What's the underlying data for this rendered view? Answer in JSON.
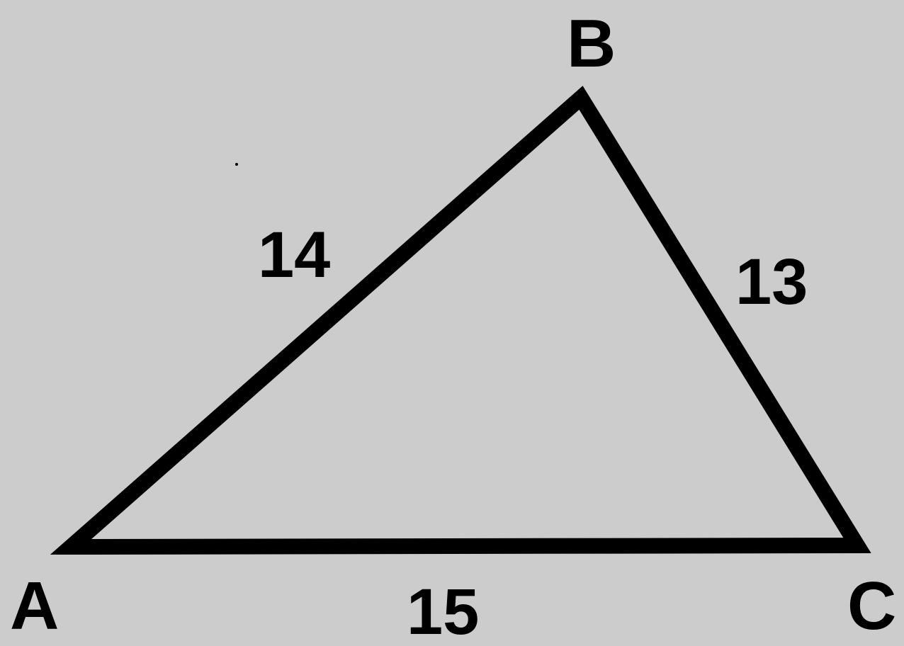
{
  "diagram": {
    "vertices": {
      "A": "A",
      "B": "B",
      "C": "C"
    },
    "sides": {
      "AB": "14",
      "BC": "13",
      "CA": "15"
    },
    "colors": {
      "background": "#cccccc",
      "stroke": "#000000"
    }
  }
}
